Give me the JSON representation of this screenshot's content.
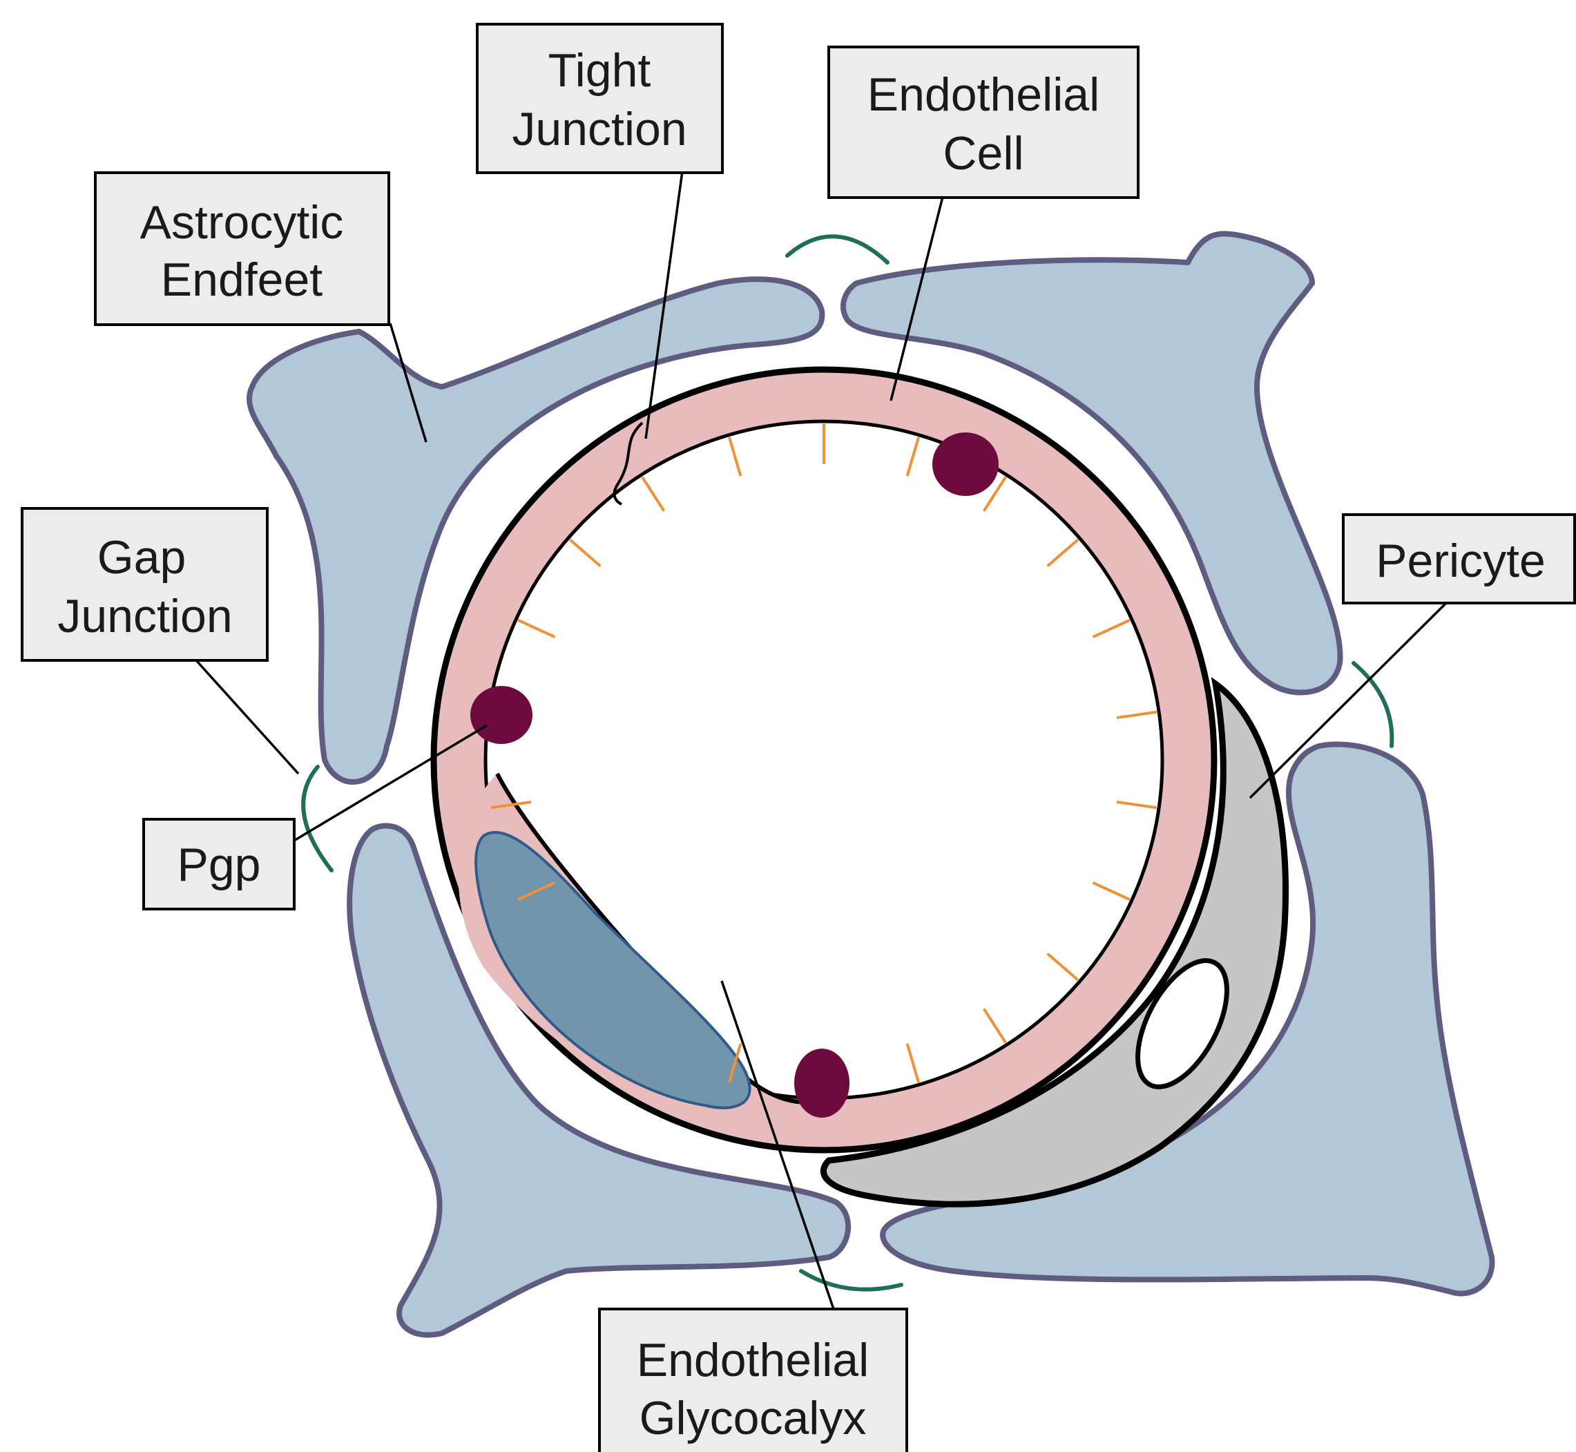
{
  "labels": {
    "tight_junction": [
      "Tight",
      "Junction"
    ],
    "endothelial_cell": [
      "Endothelial",
      "Cell"
    ],
    "astrocytic_endfeet": [
      "Astrocytic",
      "Endfeet"
    ],
    "gap_junction": [
      "Gap",
      "Junction"
    ],
    "pgp": "Pgp",
    "pericyte": "Pericyte",
    "endothelial_glycocalyx": [
      "Endothelial",
      "Glycocalyx"
    ]
  },
  "colors": {
    "astrocyte_fill": "#b3c8d6",
    "astrocyte_outline": "#5e5c80",
    "endothelium": "#e8bcbc",
    "nucleus": "#6e0b3e",
    "pericyte": "#c6c6c6",
    "inner_cell": "#7395ab",
    "glycocalyx": "#f0913a",
    "gap_junction": "#1f6e5a"
  },
  "structure": {
    "glycocalyx_spoke_count": 22
  }
}
